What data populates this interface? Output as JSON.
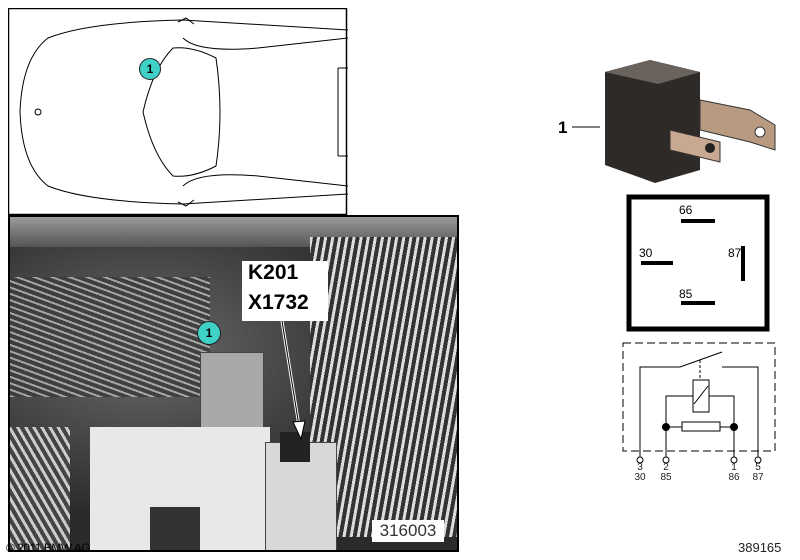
{
  "callout_number": "1",
  "photo": {
    "labels": [
      "K201",
      "X1732"
    ],
    "image_number": "316003",
    "copyright": "© 2011 BMW AG"
  },
  "relay": {
    "part_number": "1"
  },
  "pin_diagram": {
    "pins": [
      "66",
      "30",
      "87",
      "85"
    ]
  },
  "schematic": {
    "pins": [
      {
        "no": "3",
        "term": "30"
      },
      {
        "no": "2",
        "term": "85"
      },
      {
        "no": "1",
        "term": "86"
      },
      {
        "no": "5",
        "term": "87"
      }
    ]
  },
  "diagram_number": "389165"
}
